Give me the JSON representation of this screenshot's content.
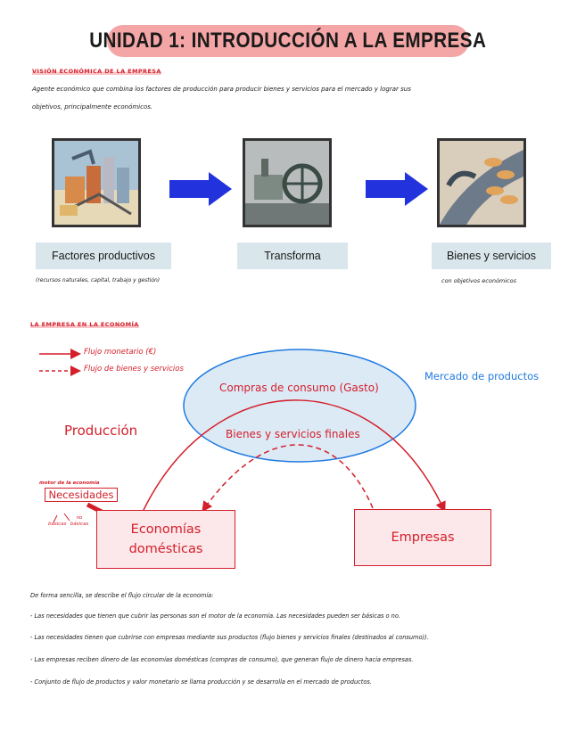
{
  "title": "UNIDAD 1: INTRODUCCIÓN A LA EMPRESA",
  "section1": {
    "heading": "Visión económica de la empresa",
    "paragraph_line1": "Agente económico que combina los factores de producción para producir bienes y servicios para el mercado y lograr sus",
    "paragraph_line2": "objetivos, principalmente económicos."
  },
  "process": {
    "step1": {
      "label": "Factores productivos",
      "caption": "(recursos naturales, capital, trabajo y gestión)"
    },
    "step2": {
      "label": "Transforma"
    },
    "step3": {
      "label": "Bienes y servicios",
      "caption": "con objetivos económicos"
    }
  },
  "section2": {
    "heading": "La empresa en la economía"
  },
  "diagram": {
    "legend_money": "Flujo monetario (€)",
    "legend_goods": "Flujo de bienes y servicios",
    "market_label": "Mercado de productos",
    "ellipse_top_text": "Compras de consumo (Gasto)",
    "ellipse_bottom_text": "Bienes y servicios finales",
    "production_label": "Producción",
    "needs_small": "motor de la economía",
    "needs_label": "Necesidades",
    "needs_basic": "básicas",
    "needs_other": "no básicas",
    "households": "Economías domésticas",
    "firms": "Empresas"
  },
  "summary": {
    "intro": "De forma sencilla, se describe el flujo circular de la economía:",
    "bullet1": "- Las necesidades que tienen que cubrir las personas son el motor de la economía. Las necesidades pueden ser básicas o no.",
    "bullet2": "- Las necesidades tienen que cubrirse con empresas mediante sus productos (flujo bienes y servicios finales (destinados al consumo)).",
    "bullet3": "- Las empresas reciben dinero de las economías domésticas (compras de consumo), que generan flujo de dinero hacia empresas.",
    "bullet4": "- Conjunto de flujo de productos y valor monetario se llama producción y se desarrolla en el mercado de productos."
  },
  "colors": {
    "accent_red": "#d31f2a",
    "title_pink": "#f4a6a6",
    "market_blue": "#1f7ae0",
    "arrow_blue": "#2233dd"
  }
}
